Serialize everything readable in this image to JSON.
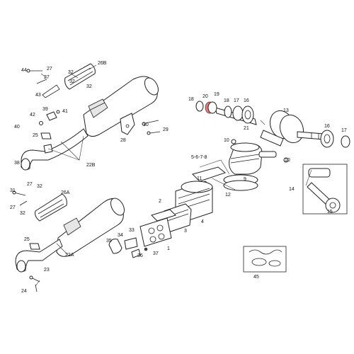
{
  "labels": [
    {
      "id": "44",
      "text": "44"
    },
    {
      "id": "27a",
      "text": "27"
    },
    {
      "id": "32a",
      "text": "32"
    },
    {
      "id": "27b",
      "text": "27"
    },
    {
      "id": "32b",
      "text": "32"
    },
    {
      "id": "32c",
      "text": "32"
    },
    {
      "id": "43",
      "text": "43"
    },
    {
      "id": "26B",
      "text": "26B"
    },
    {
      "id": "42",
      "text": "42"
    },
    {
      "id": "39",
      "text": "39"
    },
    {
      "id": "41",
      "text": "41"
    },
    {
      "id": "40",
      "text": "40"
    },
    {
      "id": "25a",
      "text": "25"
    },
    {
      "id": "38",
      "text": "38"
    },
    {
      "id": "22B",
      "text": "22B"
    },
    {
      "id": "28",
      "text": "28"
    },
    {
      "id": "30",
      "text": "30"
    },
    {
      "id": "29",
      "text": "29"
    },
    {
      "id": "18a",
      "text": "18"
    },
    {
      "id": "20",
      "text": "20"
    },
    {
      "id": "19",
      "text": "19"
    },
    {
      "id": "18b",
      "text": "18"
    },
    {
      "id": "17a",
      "text": "17"
    },
    {
      "id": "16a",
      "text": "16"
    },
    {
      "id": "13",
      "text": "13"
    },
    {
      "id": "21",
      "text": "21"
    },
    {
      "id": "16b",
      "text": "16"
    },
    {
      "id": "17b",
      "text": "17"
    },
    {
      "id": "10a",
      "text": "10"
    },
    {
      "id": "5678",
      "text": "5-6-7-8"
    },
    {
      "id": "10b",
      "text": "10"
    },
    {
      "id": "9",
      "text": "9"
    },
    {
      "id": "11",
      "text": "11"
    },
    {
      "id": "12",
      "text": "12"
    },
    {
      "id": "14",
      "text": "14"
    },
    {
      "id": "15",
      "text": "15"
    },
    {
      "id": "31",
      "text": "31"
    },
    {
      "id": "27c",
      "text": "27"
    },
    {
      "id": "32d",
      "text": "32"
    },
    {
      "id": "27d",
      "text": "27"
    },
    {
      "id": "32e",
      "text": "32"
    },
    {
      "id": "26A",
      "text": "26A"
    },
    {
      "id": "25b",
      "text": "25"
    },
    {
      "id": "22A",
      "text": "22A"
    },
    {
      "id": "2",
      "text": "2"
    },
    {
      "id": "4",
      "text": "4"
    },
    {
      "id": "3",
      "text": "3"
    },
    {
      "id": "34",
      "text": "34"
    },
    {
      "id": "33",
      "text": "33"
    },
    {
      "id": "35",
      "text": "35"
    },
    {
      "id": "36",
      "text": "36"
    },
    {
      "id": "37",
      "text": "37"
    },
    {
      "id": "1",
      "text": "1"
    },
    {
      "id": "23",
      "text": "23"
    },
    {
      "id": "24",
      "text": "24"
    },
    {
      "id": "45",
      "text": "45"
    }
  ]
}
